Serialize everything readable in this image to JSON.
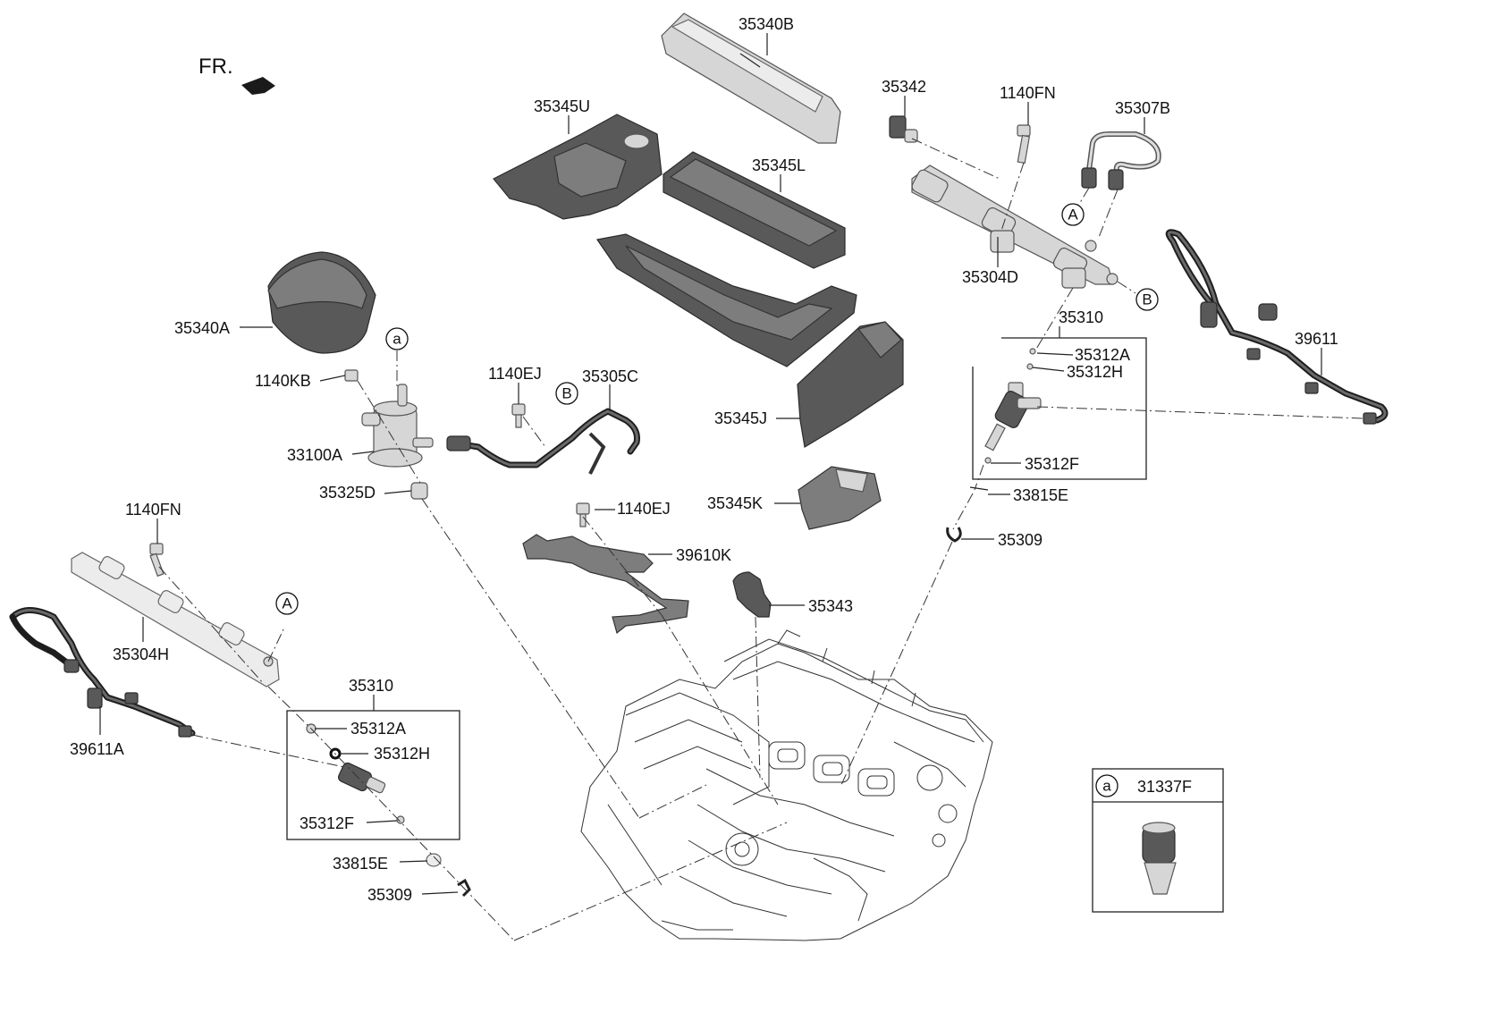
{
  "direction_label": "FR.",
  "labels": {
    "p35340B": "35340B",
    "p35345U": "35345U",
    "p35345L": "35345L",
    "p35342": "35342",
    "p1140FN_top": "1140FN",
    "p35307B": "35307B",
    "p35304D": "35304D",
    "p35340A": "35340A",
    "p1140KB": "1140KB",
    "p1140EJ_top": "1140EJ",
    "p35305C": "35305C",
    "p33100A": "33100A",
    "p35325D": "35325D",
    "p35345J": "35345J",
    "p35345K": "35345K",
    "p35310_right": "35310",
    "p35312A_right": "35312A",
    "p35312H_right": "35312H",
    "p35312F_right": "35312F",
    "p33815E_right": "33815E",
    "p35309_right": "35309",
    "p39611": "39611",
    "p1140FN_left": "1140FN",
    "p1140EJ_mid": "1140EJ",
    "p39610K": "39610K",
    "p35343": "35343",
    "p35304H": "35304H",
    "p39611A": "39611A",
    "p35310_left": "35310",
    "p35312A_left": "35312A",
    "p35312H_left": "35312H",
    "p35312F_left": "35312F",
    "p33815E_left": "33815E",
    "p35309_left": "35309",
    "p31337F": "31337F"
  },
  "callouts": {
    "a_pump": "a",
    "B_hose": "B",
    "A_right": "A",
    "B_right": "B",
    "A_left": "A",
    "a_detail": "a"
  }
}
